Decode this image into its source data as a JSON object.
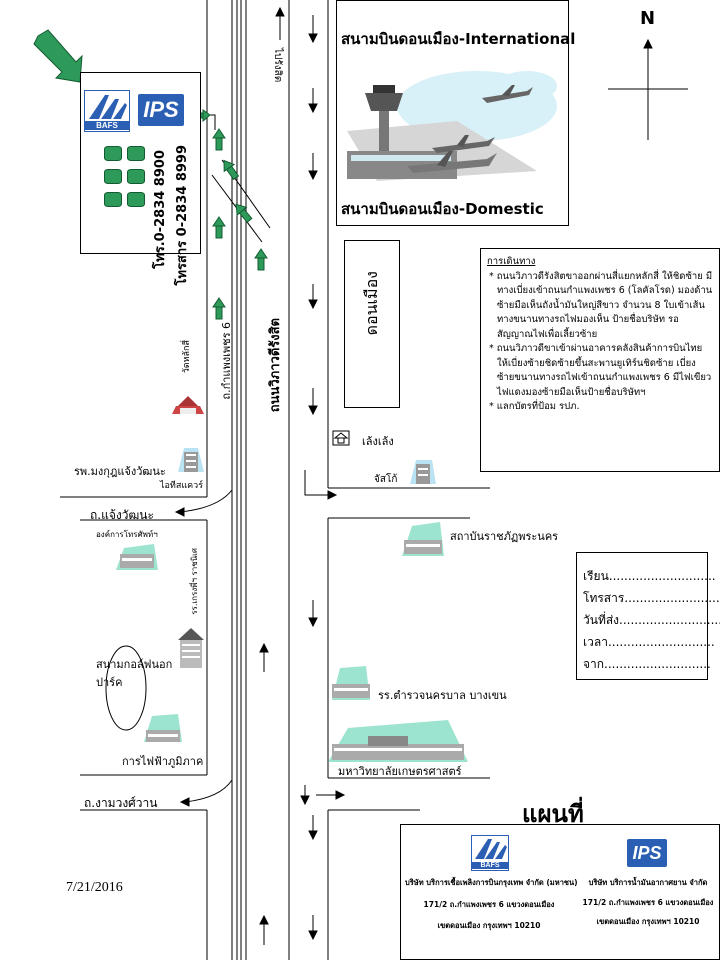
{
  "north": "N",
  "airport": {
    "international": "สนามบินดอนเมือง-International",
    "domestic": "สนามบินดอนเมือง-Domestic"
  },
  "company_box": {
    "tel": "โทร.0-2834 8900",
    "fax": "โทรสาร 0-2834 8999",
    "bafs_logo_text": "BAFS",
    "ips_logo_text": "IPS"
  },
  "roads": {
    "vibhavadi": "ถนนวิภาวดีรังสิต",
    "kamphaeng_phet": "ถ.กำแพงเพชร 6",
    "chaengwattana": "ถ.แจ้งวัฒนะ",
    "ngamwongwan": "ถ.งามวงศ์วาน",
    "to_rangsit": "ไปรังสิต"
  },
  "dont_mueang_sign": "ดอนเมือง",
  "landmarks": {
    "wat_lak_si": "วัดหลักสี่",
    "mongkut_hospital": "รพ.มงกุฎแจ้งวัฒนะ",
    "it_square": "ไอทีสแควร์",
    "tot": "องค์การโทรศัพท์ฯ",
    "school_kreng": "รร.เกรงพี่ฯ ราชนิเศ",
    "golf": "สนามกอล์ฟนอกปาร์ค",
    "bus_depot": "การไฟฟ้าภูมิภาค",
    "lay_lay": "เล้งเล้ง",
    "chaeng_lay": "จัสโก้",
    "rajabhat": "สถาบันราชภัฏพระนคร",
    "police_school": "รร.ตำรวจนครบาล บางเขน",
    "kasetsart": "มหาวิทยาลัยเกษตรศาสตร์"
  },
  "directions": {
    "title": "การเดินทาง",
    "items": [
      "ถนนวิภาวดีรังสิตขาออกผ่านสี่แยกหลักสี่  ให้ชิดซ้าย มีทางเบี่ยงเข้าถนนกำแพงเพชร 6 (โลคัลโรด) มองด้านซ้ายมือเห็นถังน้ำมันใหญ่สีขาว จำนวน 8 ใบเข้าเส้นทางขนานทางรถไฟมองเห็น ป้ายชื่อบริษัท รอสัญญาณไฟเพื่อเลี้ยวซ้าย",
      "ถนนวิภาวดีขาเข้าผ่านอาคารคลังสินค้าการบินไทย ให้เบี่ยงซ้ายชิดซ้ายขึ้นสะพานยูเทิร์นชิดซ้าย เบี่ยงซ้ายขนานทางรถไฟเข้าถนนกำแพงเพชร 6 มีไฟเขียวไฟแดงมองซ้ายมือเห็นป้ายชื่อบริษัทฯ",
      "แลกบัตรที่ป้อม รปภ."
    ]
  },
  "form": {
    "to": "เรียน",
    "fax": "โทรสาร",
    "date": "วันที่ส่ง",
    "time": "เวลา",
    "from": "จาก",
    "dots": "............................"
  },
  "map_title": "แผนที่",
  "footer": {
    "bafs": {
      "name": "บริษัท บริการเชื้อเพลิงการบินกรุงเทพ จำกัด (มหาชน)",
      "addr1": "171/2  ถ.กำแพงเพชร 6  แขวงดอนเมือง",
      "addr2": "เขตดอนเมือง  กรุงเทพฯ 10210"
    },
    "ips": {
      "name": "บริษัท บริการน้ำมันอากาศยาน จำกัด",
      "addr1": "171/2  ถ.กำแพงเพชร 6  แขวงดอนเมือง",
      "addr2": "เขตดอนเมือง  กรุงเทพฯ 10210"
    }
  },
  "date": "7/21/2016",
  "colors": {
    "arrow_green": "#2e9a5a",
    "logo_blue": "#2b5fb4",
    "sky": "#d8f0f8"
  },
  "icons": [
    "north-arrow-icon",
    "airport-tower-icon",
    "airplane-icon",
    "fuel-tank-icon",
    "building-icon",
    "house-icon",
    "temple-icon",
    "pointer-arrow-icon"
  ]
}
